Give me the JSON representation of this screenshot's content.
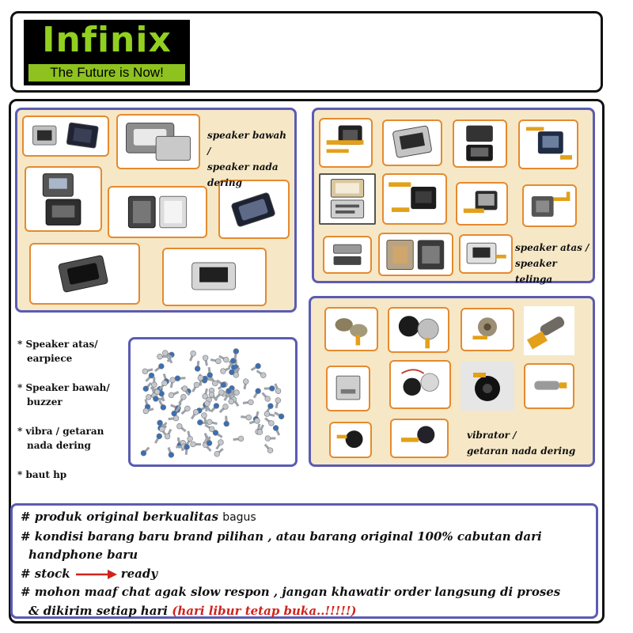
{
  "brand": {
    "logo_text": "Infinix",
    "tagline": "The Future is Now!",
    "colors": {
      "logo_green": "#92d020",
      "logo_bg": "#000000"
    }
  },
  "panels": {
    "speaker_bawah": {
      "caption_line1": "speaker bawah /",
      "caption_line2": "speaker nada",
      "caption_line3": "dering"
    },
    "speaker_atas": {
      "caption_line1": "speaker atas /",
      "caption_line2": "speaker telinga"
    },
    "vibrator": {
      "caption_line1": "vibrator /",
      "caption_line2": "getaran nada dering"
    }
  },
  "product_list": [
    {
      "line1": "* Speaker atas/",
      "line2": "earpiece"
    },
    {
      "line1": "* Speaker bawah/",
      "line2": "buzzer"
    },
    {
      "line1": "* vibra / getaran",
      "line2": "nada dering"
    },
    {
      "line1": "* baut hp",
      "line2": ""
    }
  ],
  "notes": {
    "line1_a": "# produk original berkualitas ",
    "line1_b": "bagus",
    "line2": "# kondisi barang baru brand pilihan , atau barang original 100% cabutan dari",
    "line3": "handphone baru",
    "line4_a": "# stock",
    "line4_b": "ready",
    "line5": "# mohon maaf chat agak slow respon , jangan khawatir order langsung di proses",
    "line6_a": "& dikirim setiap hari ",
    "line6_b": "(hari libur tetap buka..!!!!!)"
  },
  "colors": {
    "panel_border": "#5b5cb3",
    "panel_fill": "#f6e8c6",
    "thumb_border": "#e58a2f",
    "highlight_red": "#d0231b"
  },
  "icons": [
    "speaker-part-icon",
    "earpiece-part-icon",
    "vibrator-motor-icon",
    "screws-image",
    "right-arrow-icon"
  ]
}
